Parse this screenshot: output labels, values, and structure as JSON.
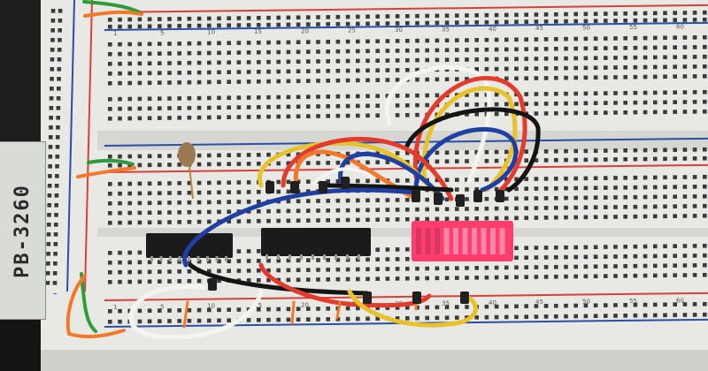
{
  "breadboard": {
    "model_label": "PB-3260",
    "column_numbers": [
      "1",
      "5",
      "10",
      "15",
      "20",
      "25",
      "30",
      "35",
      "40",
      "45",
      "50",
      "55",
      "60"
    ],
    "rail_signs": {
      "plus": "+",
      "minus": "-"
    }
  },
  "colors": {
    "board": "#e8e8e4",
    "hole": "#3a3a3a",
    "rail_red": "#d8403a",
    "rail_blue": "#2a4fa8",
    "chip": "#1b1b1b",
    "led_bar": "#ff3d6e",
    "led_lit": "#ff86a7",
    "wire_black": "#141414",
    "wire_blue": "#1f3fa3",
    "wire_red": "#e33b2c",
    "wire_orange": "#f07a2a",
    "wire_yellow": "#e7c22a",
    "wire_white": "#f4f4f0",
    "wire_green": "#2f9b3a"
  },
  "components": {
    "ic_chips": 2,
    "led_bargraph_segments": 10,
    "led_segments_lit": 7,
    "capacitors": 1
  }
}
